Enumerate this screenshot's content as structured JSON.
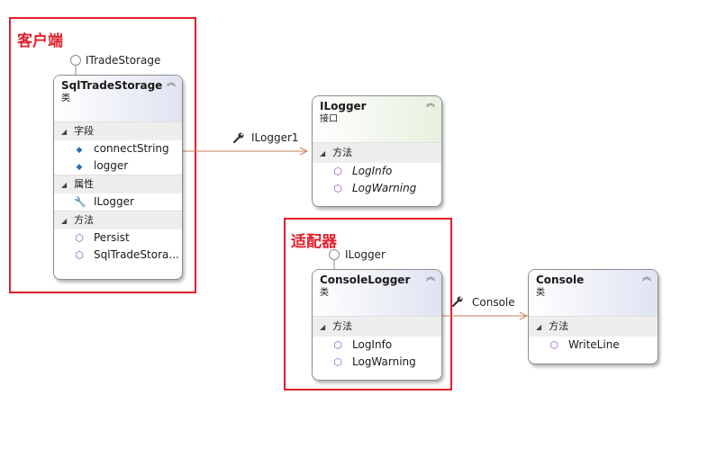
{
  "regions": {
    "client_label": "客户端",
    "adapter_label": "适配器"
  },
  "sql_trade_storage": {
    "lollipop": "ITradeStorage",
    "title": "SqlTradeStorage",
    "subtitle": "类",
    "sections": [
      {
        "label": "字段",
        "members": [
          "connectString",
          "logger"
        ]
      },
      {
        "label": "属性",
        "members": [
          "ILogger"
        ]
      },
      {
        "label": "方法",
        "members": [
          "Persist",
          "SqlTradeStora..."
        ]
      }
    ]
  },
  "ilogger": {
    "title": "ILogger",
    "subtitle": "接口",
    "section": "方法",
    "members": [
      "LogInfo",
      "LogWarning"
    ]
  },
  "console_logger": {
    "lollipop": "ILogger",
    "title": "ConsoleLogger",
    "subtitle": "类",
    "section": "方法",
    "members": [
      "LogInfo",
      "LogWarning"
    ]
  },
  "console": {
    "title": "Console",
    "subtitle": "类",
    "section": "方法",
    "members": [
      "WriteLine"
    ]
  },
  "connections": {
    "ilogger1": "ILogger1",
    "console": "Console"
  },
  "colors": {
    "region_border": "#e3202a",
    "connector": "#c8825e"
  }
}
